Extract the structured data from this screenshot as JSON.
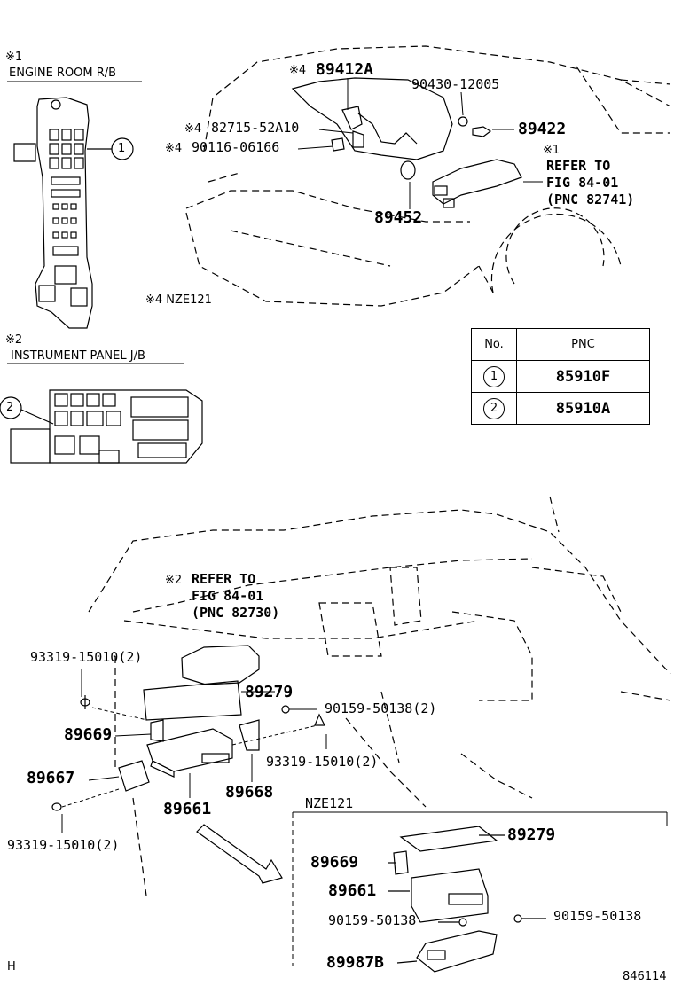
{
  "labels": {
    "engine_room_mark": "※1",
    "engine_room": "ENGINE ROOM R/B",
    "instrument_mark": "※2",
    "instrument_panel": "INSTRUMENT PANEL J/B",
    "nze_note": "※4 NZE121",
    "callout_1": "1",
    "callout_2": "2",
    "mark4a": "※4",
    "p89412A": "89412A",
    "p90430": "90430-12005",
    "mark4b": "※4",
    "p82715": "82715-52A10",
    "p89422": "89422",
    "mark4c": "※4",
    "p90116": "90116-06166",
    "ref1_mark": "※1",
    "ref1_line1": "REFER TO",
    "ref1_line2": "FIG 84-01",
    "ref1_line3": "(PNC 82741)",
    "p89452": "89452",
    "ref2_mark": "※2",
    "ref2_line1": "REFER TO",
    "ref2_line2": "FIG 84-01",
    "ref2_line3": "(PNC 82730)",
    "p93319a": "93319-15010(2)",
    "p89279a": "89279",
    "p90159a": "90159-50138(2)",
    "p89669a": "89669",
    "p93319b": "93319-15010(2)",
    "p89667": "89667",
    "p89668": "89668",
    "p89661a": "89661",
    "p93319c": "93319-15010(2)",
    "nze121": "NZE121",
    "p89279b": "89279",
    "p89669b": "89669",
    "p89661b": "89661",
    "p90159b": "90159-50138",
    "p90159c": "90159-50138",
    "p89987B": "89987B",
    "letter_h": "H",
    "fig_no": "846114"
  },
  "pnc_table": {
    "header_no": "No.",
    "header_pnc": "PNC",
    "rows": [
      {
        "no": "1",
        "pnc": "85910F"
      },
      {
        "no": "2",
        "pnc": "85910A"
      }
    ]
  }
}
